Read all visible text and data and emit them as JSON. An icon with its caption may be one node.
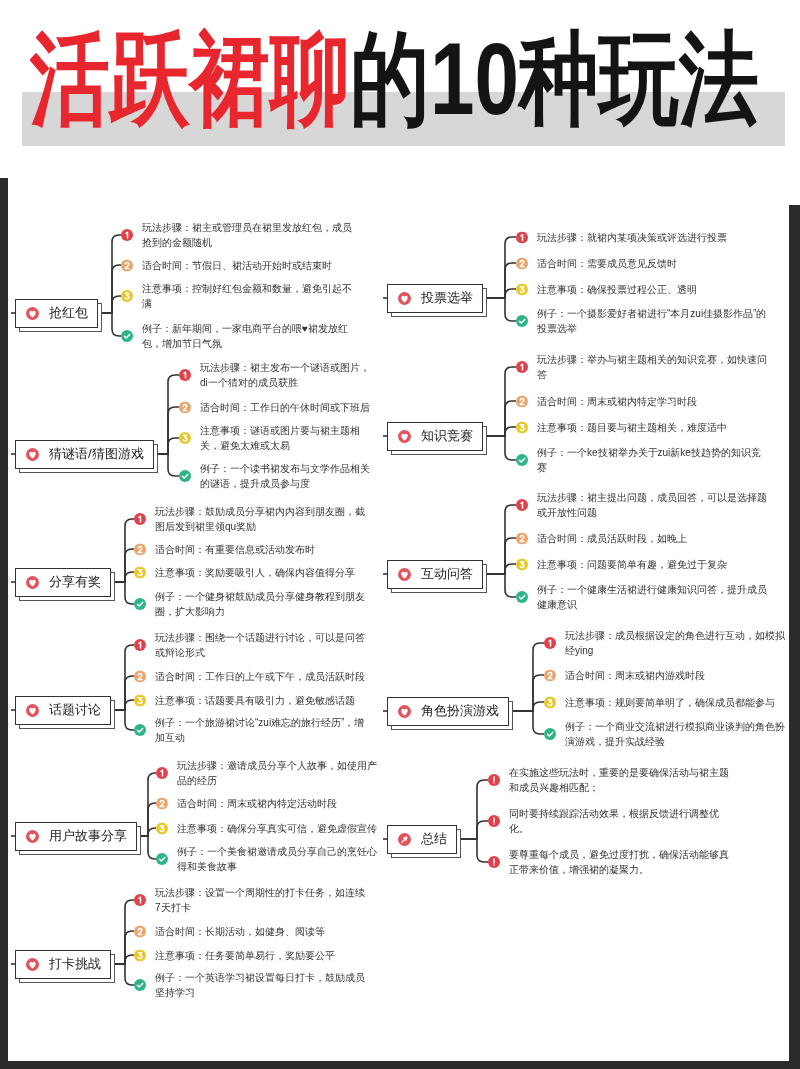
{
  "diagram": {
    "title": "活跃裙聊的10种玩法",
    "nodes": [
      {
        "text": [
          "抢红包"
        ]
      },
      {
        "text": [
          "玩法步骤：裙主或管理员在裙里发放红包，成员抢到的金额随机"
        ]
      },
      {
        "text": [
          "适合时间：节假日、裙活动开始时或结束时"
        ]
      },
      {
        "text": [
          "注意事项：控制好红包金额和数量，避免引起不满"
        ]
      },
      {
        "text": [
          "例子：新年期间，一家电商平台的喂♥裙发放红包，增加节日气氛"
        ]
      },
      {
        "text": [
          "猜谜语/猜图游戏"
        ]
      },
      {
        "text": [
          "玩法步骤：裙主发布一个谜语或图片，di一个猜对的成员获胜"
        ]
      },
      {
        "text": [
          "适合时间：工作日的午休时间或下班后"
        ]
      },
      {
        "text": [
          "注意事项：谜语或图片要与裙主题相关，避免太难或太易"
        ]
      },
      {
        "text": [
          "例子：一个读书裙发布与文学作品相关的谜语，提升成员参与度"
        ]
      },
      {
        "text": [
          "分享有奖"
        ]
      },
      {
        "text": [
          "玩法步骤：鼓励成员分享裙内内容到朋友圈，截图后发到裙里领qu奖励"
        ]
      },
      {
        "text": [
          "适合时间：有重要信息或活动发布时"
        ]
      },
      {
        "text": [
          "注意事项：奖励要吸引人，确保内容值得分享"
        ]
      },
      {
        "text": [
          "例子：一个健身裙鼓励成员分享健身教程到朋友圈，扩大影响力"
        ]
      },
      {
        "text": [
          "话题讨论"
        ]
      },
      {
        "text": [
          "玩法步骤：围绕一个话题进行讨论，可以是问答或辩论形式"
        ]
      },
      {
        "text": [
          "适合时间：工作日的上午或下午，成员活跃时段"
        ]
      },
      {
        "text": [
          "注意事项：话题要具有吸引力，避免敏感话题"
        ]
      },
      {
        "text": [
          "例子：一个旅游裙讨论“zui难忘的旅行经历”，增加互动"
        ]
      },
      {
        "text": [
          "用户故事分享"
        ]
      },
      {
        "text": [
          "玩法步骤：邀请成员分享个人故事，如使用产品的经历"
        ]
      },
      {
        "text": [
          "适合时间：周末或裙内特定活动时段"
        ]
      },
      {
        "text": [
          "注意事项：确保分享真实可信，避免虚假宣传"
        ]
      },
      {
        "text": [
          "例子：一个美食裙邀请成员分享自己的烹饪心得和美食故事"
        ]
      },
      {
        "text": [
          "打卡挑战"
        ]
      },
      {
        "text": [
          "玩法步骤：设置一个周期性的打卡任务，如连续7天打卡"
        ]
      },
      {
        "text": [
          "适合时间：长期活动，如健身、阅读等"
        ]
      },
      {
        "text": [
          "注意事项：任务要简单易行，奖励要公平"
        ]
      },
      {
        "text": [
          "例子：一个英语学习裙设置每日打卡，鼓励成员坚持学习"
        ]
      },
      {
        "text": [
          "投票选举"
        ]
      },
      {
        "text": [
          "玩法步骤：就裙内某项决策或评选进行投票"
        ]
      },
      {
        "text": [
          "适合时间：需要成员意见反馈时"
        ]
      },
      {
        "text": [
          "注意事项：确保投票过程公正、透明"
        ]
      },
      {
        "text": [
          "例子：一个摄影爱好者裙进行“本月zui佳摄影作品”的投票选举"
        ]
      },
      {
        "text": [
          "知识竞赛"
        ]
      },
      {
        "text": [
          "玩法步骤：举办与裙主题相关的知识竞赛，如快速问答"
        ]
      },
      {
        "text": [
          "适合时间：周末或裙内特定学习时段"
        ]
      },
      {
        "text": [
          "注意事项：题目要与裙主题相关，难度适中"
        ]
      },
      {
        "text": [
          "例子：一个ke技裙举办关于zui新ke技趋势的知识竞赛"
        ]
      },
      {
        "text": [
          "互动问答"
        ]
      },
      {
        "text": [
          "玩法步骤：裙主提出问题，成员回答，可以是选择题或开放性问题"
        ]
      },
      {
        "text": [
          "适合时间：成员活跃时段，如晚上"
        ]
      },
      {
        "text": [
          "注意事项：问题要简单有趣，避免过于复杂"
        ]
      },
      {
        "text": [
          "例子：一个健康生活裙进行健康知识问答，提升成员健康意识"
        ]
      },
      {
        "text": [
          "角色扮演游戏"
        ]
      },
      {
        "text": [
          "玩法步骤：成员根据设定的角色进行互动，如模拟经ying"
        ]
      },
      {
        "text": [
          "适合时间：周末或裙内游戏时段"
        ]
      },
      {
        "text": [
          "注意事项：规则要简单明了，确保成员都能参与"
        ]
      },
      {
        "text": [
          "例子：一个商业交流裙进行模拟商业谈判的角色扮演游戏，提升实战经验"
        ]
      },
      {
        "text": [
          "总结"
        ]
      },
      {
        "text": [
          "在实施这些玩法时，重要的是要确保活动与裙主题和成员兴趣相匹配；"
        ]
      },
      {
        "text": [
          "同时要持续跟踪活动效果，根据反馈进行调整优化。"
        ]
      },
      {
        "text": [
          "要尊重每个成员，避免过度打扰，确保活动能够真正带来价值，增强裙的凝聚力。"
        ]
      }
    ],
    "edges": [
      {
        "from": null,
        "to": 0,
        "arrow": "none"
      },
      {
        "from": 0,
        "to": 1,
        "arrow": "none"
      },
      {
        "from": 0,
        "to": 2,
        "arrow": "none"
      },
      {
        "from": 0,
        "to": 3,
        "arrow": "none"
      },
      {
        "from": 0,
        "to": 4,
        "arrow": "none"
      },
      {
        "from": null,
        "to": 5,
        "arrow": "none"
      },
      {
        "from": 5,
        "to": 6,
        "arrow": "none"
      },
      {
        "from": 5,
        "to": 7,
        "arrow": "none"
      },
      {
        "from": 5,
        "to": 8,
        "arrow": "none"
      },
      {
        "from": 5,
        "to": 9,
        "arrow": "none"
      },
      {
        "from": null,
        "to": 10,
        "arrow": "none"
      },
      {
        "from": 10,
        "to": 11,
        "arrow": "none"
      },
      {
        "from": 10,
        "to": 12,
        "arrow": "none"
      },
      {
        "from": 10,
        "to": 13,
        "arrow": "none"
      },
      {
        "from": 10,
        "to": 14,
        "arrow": "none"
      },
      {
        "from": null,
        "to": 15,
        "arrow": "none"
      },
      {
        "from": 15,
        "to": 16,
        "arrow": "none"
      },
      {
        "from": 15,
        "to": 17,
        "arrow": "none"
      },
      {
        "from": 15,
        "to": 18,
        "arrow": "none"
      },
      {
        "from": 15,
        "to": 19,
        "arrow": "none"
      },
      {
        "from": null,
        "to": 20,
        "arrow": "none"
      },
      {
        "from": 20,
        "to": 21,
        "arrow": "none"
      },
      {
        "from": 20,
        "to": 22,
        "arrow": "none"
      },
      {
        "from": 20,
        "to": 23,
        "arrow": "none"
      },
      {
        "from": 20,
        "to": 24,
        "arrow": "none"
      },
      {
        "from": null,
        "to": 25,
        "arrow": "none"
      },
      {
        "from": 25,
        "to": 26,
        "arrow": "none"
      },
      {
        "from": 25,
        "to": 27,
        "arrow": "none"
      },
      {
        "from": 25,
        "to": 28,
        "arrow": "none"
      },
      {
        "from": 25,
        "to": 29,
        "arrow": "none"
      },
      {
        "from": null,
        "to": 30,
        "arrow": "none"
      },
      {
        "from": 30,
        "to": 31,
        "arrow": "none"
      },
      {
        "from": 30,
        "to": 32,
        "arrow": "none"
      },
      {
        "from": 30,
        "to": 33,
        "arrow": "none"
      },
      {
        "from": 30,
        "to": 34,
        "arrow": "none"
      },
      {
        "from": null,
        "to": 35,
        "arrow": "none"
      },
      {
        "from": 35,
        "to": 36,
        "arrow": "none"
      },
      {
        "from": 35,
        "to": 37,
        "arrow": "none"
      },
      {
        "from": 35,
        "to": 38,
        "arrow": "none"
      },
      {
        "from": 35,
        "to": 39,
        "arrow": "none"
      },
      {
        "from": null,
        "to": 40,
        "arrow": "none"
      },
      {
        "from": 40,
        "to": 41,
        "arrow": "none"
      },
      {
        "from": 40,
        "to": 42,
        "arrow": "none"
      },
      {
        "from": 40,
        "to": 43,
        "arrow": "none"
      },
      {
        "from": 40,
        "to": 44,
        "arrow": "none"
      },
      {
        "from": null,
        "to": 45,
        "arrow": "none"
      },
      {
        "from": 45,
        "to": 46,
        "arrow": "none"
      },
      {
        "from": 45,
        "to": 47,
        "arrow": "none"
      },
      {
        "from": 45,
        "to": 48,
        "arrow": "none"
      },
      {
        "from": 45,
        "to": 49,
        "arrow": "none"
      },
      {
        "from": null,
        "to": 50,
        "arrow": "none"
      },
      {
        "from": 50,
        "to": 51,
        "arrow": "none"
      },
      {
        "from": 50,
        "to": 52,
        "arrow": "none"
      },
      {
        "from": 50,
        "to": 53,
        "arrow": "none"
      }
    ]
  }
}
